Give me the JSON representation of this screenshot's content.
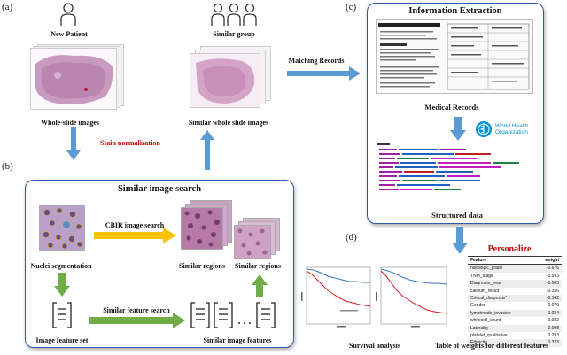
{
  "panels": {
    "a": "(a)",
    "b": "(b)",
    "c": "(c)",
    "d": "(d)"
  },
  "top": {
    "new_patient": "New Patient",
    "similar_group": "Similar group",
    "whole_slide": "Whole-slide images",
    "similar_whole_slide": "Similar whole slide images",
    "stain_norm": "Stain normalization",
    "matching": "Matching Records"
  },
  "search": {
    "title": "Similar image search",
    "cbir": "CBIR image search",
    "nuclei": "Nuclei segmentation",
    "similar_regions_1": "Similar regions",
    "similar_regions_2": "Similar regions",
    "feature_search": "Similar feature search",
    "feature_set": "Image feature set",
    "similar_features": "Similar image features"
  },
  "extraction": {
    "title": "Information Extraction",
    "medical_records": "Medical Records",
    "who_line1": "World Health",
    "who_line2": "Organization",
    "structured": "Structured data"
  },
  "personalize": {
    "title": "Personalize",
    "survival": "Survival analysis",
    "weights_caption": "Table of weights for different features",
    "col_feature": "Feature",
    "col_weight": "weight",
    "rows": [
      {
        "feature": "histologic_grade",
        "weight": "-0.676"
      },
      {
        "feature": "TNM_stage",
        "weight": "-0.593"
      },
      {
        "feature": "Diagnosis_year",
        "weight": "-0.505"
      },
      {
        "feature": "calcium_result",
        "weight": "-0.356"
      },
      {
        "feature": "Critical_diagnosis*",
        "weight": "-0.142"
      },
      {
        "feature": "Gender",
        "weight": "-0.079"
      },
      {
        "feature": "lymphnode_invasion",
        "weight": "-0.034"
      },
      {
        "feature": "whitecell_count",
        "weight": "0.082"
      },
      {
        "feature": "Laterality",
        "weight": "0.098"
      },
      {
        "feature": "platelet_qualitative",
        "weight": "0.293"
      },
      {
        "feature": "Ethnicity",
        "weight": "0.323"
      }
    ]
  },
  "colors": {
    "arrow_blue": "#5b9bd5",
    "arrow_orange": "#ffc000",
    "arrow_green": "#70ad47",
    "stain_red": "#c00000",
    "personalize_red": "#c00000",
    "box_border": "#2d5aa0"
  },
  "icons": [
    "person-icon",
    "group-icon",
    "who-emblem-icon"
  ]
}
